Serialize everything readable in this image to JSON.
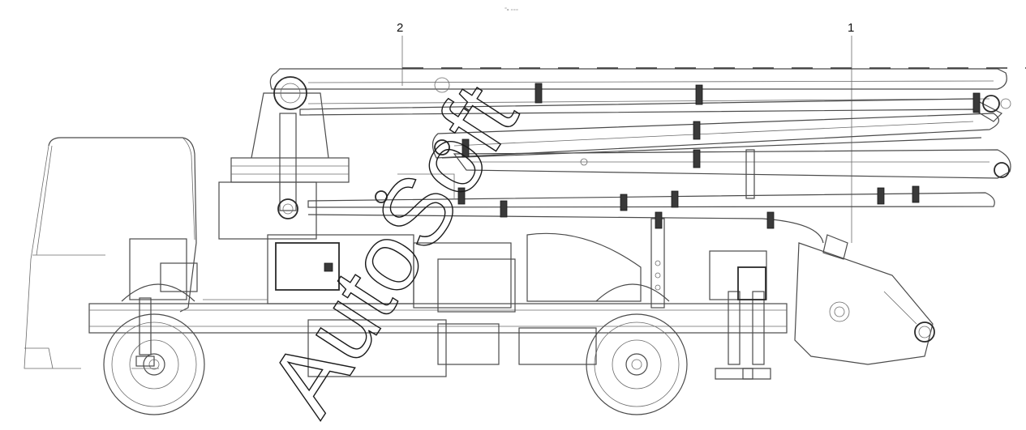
{
  "drawing": {
    "subject": "truck-mounted concrete pump with folding boom",
    "top_mark": "⁼ₒ ₌₌₌"
  },
  "callouts": [
    {
      "label": "1"
    },
    {
      "label": "2"
    }
  ],
  "watermark": {
    "text": "AutoSoft"
  }
}
